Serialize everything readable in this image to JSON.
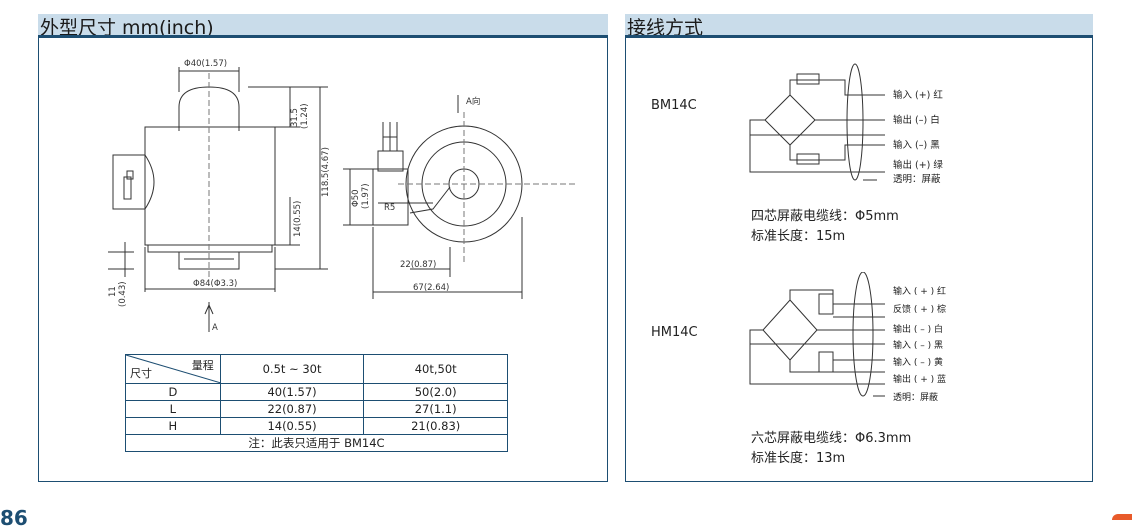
{
  "left_section": {
    "title": "外型尺寸 mm(inch)",
    "labels": {
      "phi40": "Φ40(1.57)",
      "h315": "31.5",
      "h124": "(1.24)",
      "h1185": "118.5(4.67)",
      "h14": "14(0.55)",
      "h11": "11",
      "h043": "(0.43)",
      "phi84": "Φ84(Φ3.3)",
      "arrow_a": "A",
      "a_view": "A向",
      "phi50": "Φ50",
      "phi50_in": "(1.97)",
      "r5": "R5",
      "d22": "22(0.87)",
      "d67": "67(2.64)"
    },
    "table": {
      "header_top": "量程",
      "header_bottom": "尺寸",
      "columns": [
        "0.5t ~ 30t",
        "40t,50t"
      ],
      "rows": [
        {
          "label": "D",
          "v1": "40(1.57)",
          "v2": "50(2.0)"
        },
        {
          "label": "L",
          "v1": "22(0.87)",
          "v2": "27(1.1)"
        },
        {
          "label": "H",
          "v1": "14(0.55)",
          "v2": "21(0.83)"
        }
      ],
      "note": "注：此表只适用于 BM14C"
    }
  },
  "right_section": {
    "title": "接线方式",
    "bm": {
      "model": "BM14C",
      "wires": [
        "输入 (+) 红",
        "输出 (–) 白",
        "输入 (–) 黑",
        "输出 (+) 绿",
        "透明：屏蔽"
      ],
      "cable": "四芯屏蔽电缆线：Φ5mm",
      "length": "标准长度：15m"
    },
    "hm": {
      "model": "HM14C",
      "wires": [
        "输入 ( + ) 红",
        "反馈 ( + ) 棕",
        "输出 ( – ) 白",
        "输入 ( – ) 黑",
        "输入 ( – ) 黄",
        "输出 ( + ) 蓝",
        "透明：屏蔽"
      ],
      "cable": "六芯屏蔽电缆线：Φ6.3mm",
      "length": "标准长度：13m"
    }
  },
  "page": {
    "number": "86",
    "accent": "#1d4e72",
    "title_bg": "#c9dcea"
  }
}
